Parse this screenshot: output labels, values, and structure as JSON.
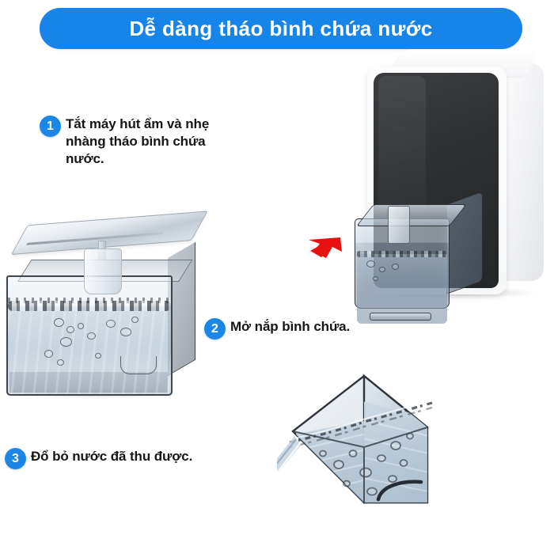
{
  "banner": {
    "title": "Dễ dàng tháo bình chứa nước",
    "bg_color": "#1684e8",
    "text_color": "#ffffff"
  },
  "theme": {
    "background": "#ffffff",
    "accent_blue": "#1b86e6",
    "text_color": "#161616",
    "arrow_color": "#e8110f"
  },
  "steps": [
    {
      "number": "1",
      "text": "Tắt máy hút ẩm và nhẹ nhàng tháo bình chứa nước."
    },
    {
      "number": "2",
      "text": "Mở nắp bình chứa."
    },
    {
      "number": "3",
      "text": "Đổ bỏ nước đã thu được."
    }
  ],
  "illustrations": {
    "dehumidifier": {
      "name": "dehumidifier-with-tank",
      "body_color": "#f6f7f8",
      "panel_color": "#2e3032",
      "tank_label": "water-tank-inserted"
    },
    "open_tank": {
      "name": "water-tank-with-lid-removed",
      "water_color": "#a3b4c5"
    },
    "pouring_tank": {
      "name": "water-tank-pouring-out",
      "water_color": "#b6c6d4"
    },
    "arrow": {
      "name": "red-arrow-down-left",
      "color": "#e8110f"
    }
  }
}
